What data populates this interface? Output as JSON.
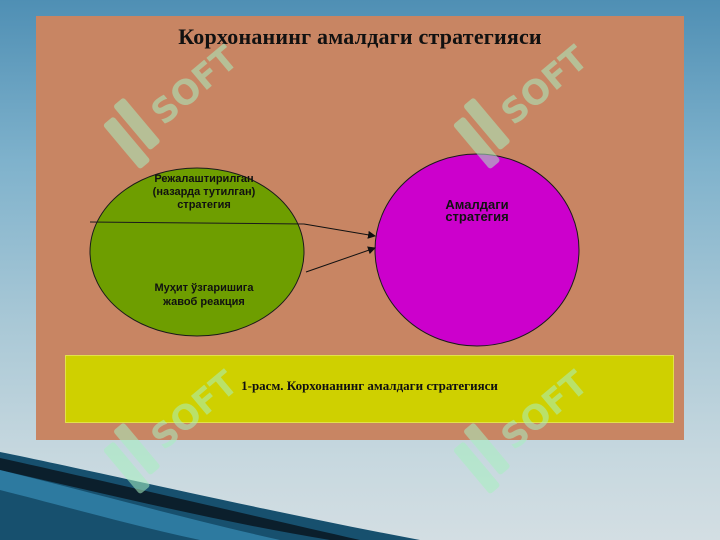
{
  "slide": {
    "title": "Корхонанинг амалдаги стратегияси",
    "caption": "1-расм. Корхонанинг амалдаги стратегияси"
  },
  "diagram": {
    "left_circle": {
      "top_text": [
        "Режалаштирилган",
        "(назарда тутилган)",
        "стратегия"
      ],
      "bottom_text": [
        "Муҳит ўзгаришига",
        "жавоб реакция"
      ],
      "color": "#6e9e00"
    },
    "right_circle": {
      "text": [
        "Амалдаги",
        "стратегия"
      ],
      "color": "#cc00cc"
    }
  },
  "watermark": {
    "logo": "soft-logo",
    "color": "#a8f0c0"
  },
  "colors": {
    "slide_bg": "#c88563",
    "caption_bg": "#cfd000"
  }
}
